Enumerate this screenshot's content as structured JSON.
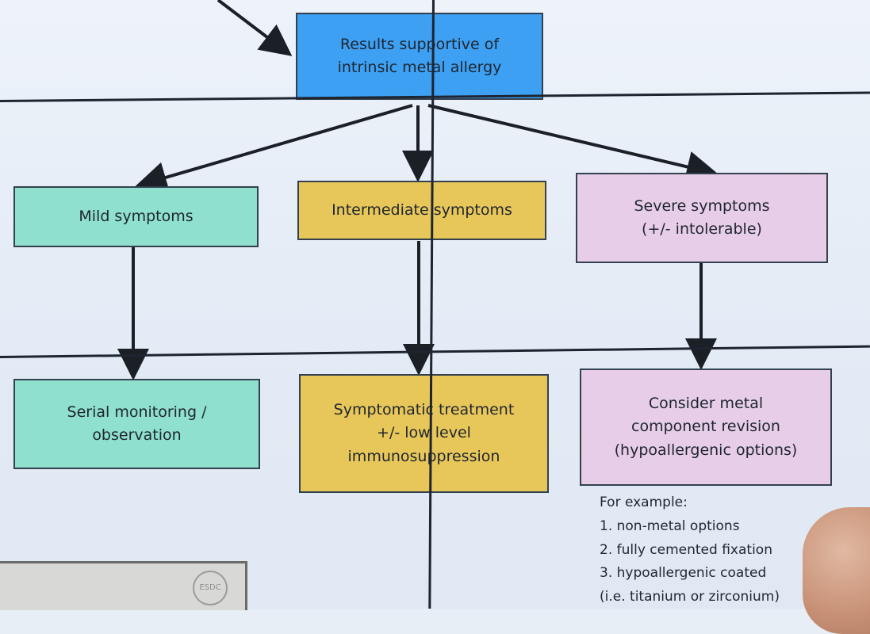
{
  "nodes": {
    "results": {
      "text": "Results supportive of\nintrinsic metal allergy"
    },
    "mild": {
      "text": "Mild symptoms"
    },
    "intermediate": {
      "text": "Intermediate symptoms"
    },
    "severe": {
      "text": "Severe symptoms\n(+/- intolerable)"
    },
    "monitoring": {
      "text": "Serial monitoring /\nobservation"
    },
    "symptomatic": {
      "text": "Symptomatic treatment\n+/- low level\nimmunosuppression"
    },
    "revision": {
      "text": "Consider metal\ncomponent revision\n(hypoallergenic options)"
    }
  },
  "examples": {
    "heading": "For example:",
    "items": [
      "1. non-metal options",
      "2. fully cemented fixation",
      "3. hypoallergenic coated",
      "(i.e. titanium or zirconium)"
    ]
  },
  "logo": {
    "text": "ESDC"
  },
  "colors": {
    "results": "#3ea0f2",
    "mild": "#8fe0cd",
    "intermediate": "#e8c75a",
    "severe": "#e7cde8"
  }
}
